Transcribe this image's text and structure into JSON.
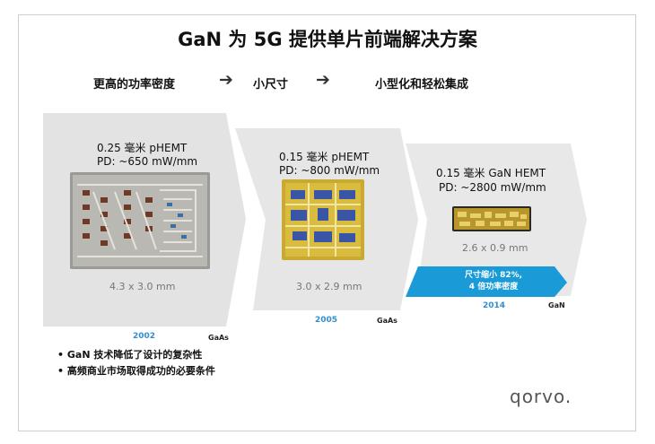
{
  "title": "GaN 为 5G 提供单片前端解决方案",
  "subtitle": {
    "step1": "更高的功率密度",
    "step2": "小尺寸",
    "step3": "小型化和轻松集成",
    "arrow": "➔"
  },
  "chips": [
    {
      "process": "0.25 毫米 pHEMT",
      "density": "PD: ~650 mW/mm",
      "size": "4.3 x 3.0 mm",
      "year": "2002",
      "material": "GaAs"
    },
    {
      "process": "0.15 毫米 pHEMT",
      "density": "PD: ~800 mW/mm",
      "size": "3.0 x 2.9 mm",
      "year": "2005",
      "material": "GaAs"
    },
    {
      "process": "0.15 毫米 GaN HEMT",
      "density": "PD: ~2800 mW/mm",
      "size": "2.6 x 0.9 mm",
      "year": "2014",
      "material": "GaN"
    }
  ],
  "callout": {
    "line1": "尺寸缩小 82%,",
    "line2": "4 倍功率密度",
    "color": "#1a9ad6"
  },
  "bullets": [
    "GaN 技术降低了设计的复杂性",
    "高频商业市场取得成功的必要条件"
  ],
  "logo": "qorvo.",
  "colors": {
    "band": "#e2e2e2",
    "year": "#2f8fcf"
  }
}
